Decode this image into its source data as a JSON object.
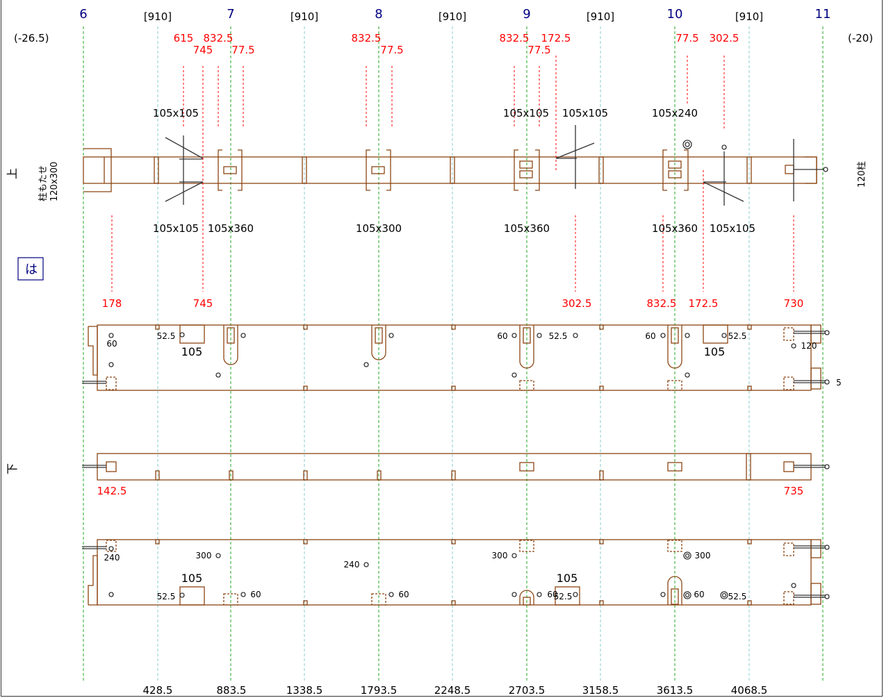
{
  "grid": {
    "axes": [
      "6",
      "7",
      "8",
      "9",
      "10",
      "11"
    ],
    "spacing_label": "[910]",
    "bottom_ticks": [
      "428.5",
      "883.5",
      "1338.5",
      "1793.5",
      "2248.5",
      "2703.5",
      "3158.5",
      "3613.5",
      "4068.5"
    ]
  },
  "corners": {
    "left": "(-26.5)",
    "right": "(-20)"
  },
  "side_labels": {
    "top": "上",
    "bottom": "下",
    "left_post_line1": "柱もたせ",
    "left_post_line2": "120x300",
    "right_post": "120柱",
    "boxed": "は"
  },
  "top_beam": {
    "red_top": [
      {
        "t": "615"
      },
      {
        "t": "832.5"
      },
      {
        "t": "745"
      },
      {
        "t": "77.5"
      },
      {
        "t": "832.5"
      },
      {
        "t": "77.5"
      },
      {
        "t": "832.5"
      },
      {
        "t": "172.5"
      },
      {
        "t": "77.5"
      },
      {
        "t": "77.5"
      },
      {
        "t": "302.5"
      }
    ],
    "black_top": [
      "105x105",
      "105x105",
      "105x105",
      "105x240"
    ],
    "black_bottom": [
      "105x105",
      "105x360",
      "105x300",
      "105x360",
      "105x360",
      "105x105"
    ],
    "red_bottom": [
      "178",
      "745",
      "302.5",
      "832.5",
      "172.5",
      "730"
    ]
  },
  "beam2": {
    "labels": [
      "52.5",
      "105",
      "60",
      "60",
      "52.5",
      "60",
      "52.5",
      "105",
      "120",
      "5"
    ]
  },
  "beam3": {
    "red": [
      "142.5",
      "735"
    ]
  },
  "beam4": {
    "labels": [
      "240",
      "300",
      "240",
      "300",
      "300",
      "105",
      "105",
      "52.5",
      "60",
      "60",
      "60",
      "52.5",
      "60",
      "52.5"
    ]
  },
  "colors": {
    "wood": "#8b4513",
    "red": "#ff0000",
    "navy": "#000080",
    "green_axis": "#22aa22",
    "cyan_grid": "#88cccc"
  }
}
